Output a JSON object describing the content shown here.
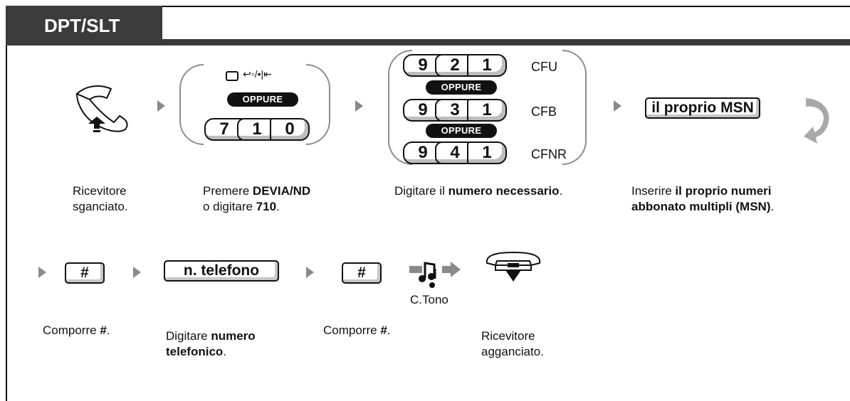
{
  "header": {
    "tab_title": "DPT/SLT"
  },
  "steps_row1": {
    "step1": {
      "label_line1": "Ricevitore",
      "label_line2": "sganciato."
    },
    "step2": {
      "or_label": "OPPURE",
      "digits": [
        "7",
        "1",
        "0"
      ],
      "text_prefix": "Premere ",
      "text_bold1": "DEVIA/ND",
      "text_line2_prefix": "o digitare ",
      "text_bold2": "710",
      "text_suffix": "."
    },
    "step3": {
      "rows": [
        {
          "digits": [
            "9",
            "2",
            "1"
          ],
          "code": "CFU"
        },
        {
          "digits": [
            "9",
            "3",
            "1"
          ],
          "code": "CFB"
        },
        {
          "digits": [
            "9",
            "4",
            "1"
          ],
          "code": "CFNR"
        }
      ],
      "or_label": "OPPURE",
      "text_prefix": "Digitare il ",
      "text_bold": "numero necessario",
      "text_suffix": "."
    },
    "step4": {
      "button": "il proprio MSN",
      "text_prefix": "Inserire ",
      "text_bold1": "il proprio numeri",
      "text_bold2": "abbonato multipli (MSN)",
      "text_suffix": "."
    }
  },
  "steps_row2": {
    "step5": {
      "button": "#",
      "text_prefix": "Comporre ",
      "text_bold": "#",
      "text_suffix": "."
    },
    "step6": {
      "button": "n. telefono",
      "text_prefix": "Digitare ",
      "text_bold1": "numero",
      "text_bold2": "telefonico",
      "text_suffix": "."
    },
    "step7": {
      "button": "#",
      "text_prefix": "Comporre ",
      "text_bold": "#",
      "text_suffix": "."
    },
    "step8": {
      "label": "C.Tono"
    },
    "step9": {
      "label_line1": "Ricevitore",
      "label_line2": "agganciato."
    }
  },
  "icons": {
    "offhook": "handset-offhook-icon",
    "onhook": "handset-onhook-icon",
    "tone": "confirmation-tone-icon",
    "continue": "continue-curved-arrow-icon",
    "button_icons": "transfer-dnd-button-icon"
  },
  "colors": {
    "tab": "#3b3b3b",
    "arrow": "#8a8a8a",
    "line": "#111111"
  }
}
